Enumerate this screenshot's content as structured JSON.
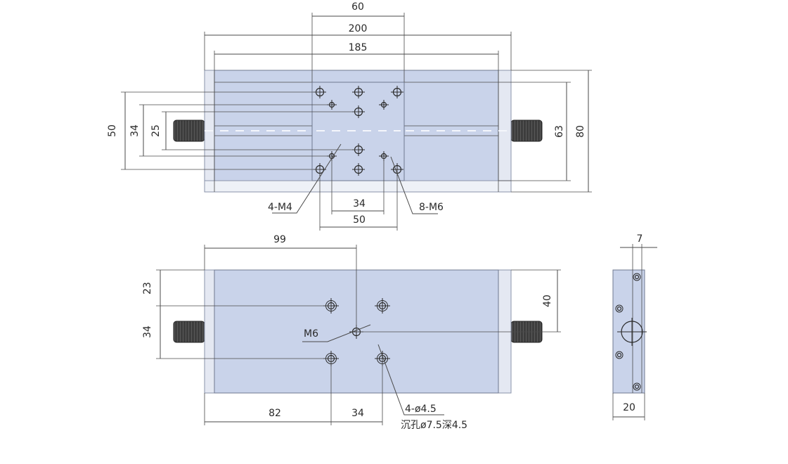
{
  "top_view": {
    "dims": {
      "width_60": "60",
      "width_200": "200",
      "width_185": "185",
      "height_50": "50",
      "height_34": "34",
      "height_25": "25",
      "height_63": "63",
      "height_80": "80",
      "spacing_34": "34",
      "spacing_50": "50"
    },
    "callouts": {
      "m4_holes": "4-M4",
      "m6_holes": "8-M6"
    }
  },
  "bottom_view": {
    "dims": {
      "offset_99": "99",
      "height_23": "23",
      "height_34": "34",
      "height_40": "40",
      "offset_82": "82",
      "spacing_34": "34"
    },
    "callouts": {
      "m6_hole": "M6",
      "counterbore_count": "4-ø4.5",
      "counterbore_spec": "沉孔ø7.5深4.5"
    }
  },
  "side_view": {
    "dims": {
      "thickness_7": "7",
      "width_20": "20"
    }
  },
  "colors": {
    "body": "#c9d3ea",
    "edge": "#e4e8f2",
    "lines": "#4a4a4a"
  }
}
